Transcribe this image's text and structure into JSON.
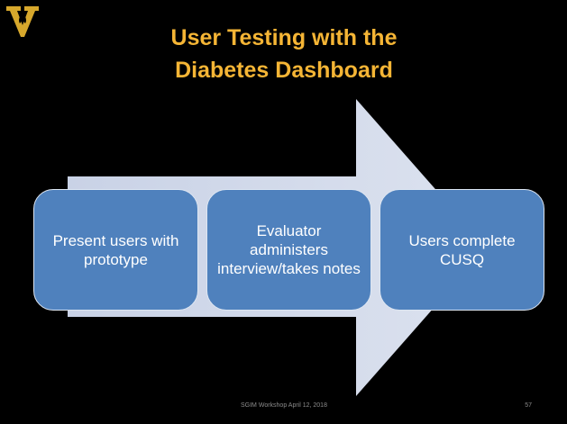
{
  "slide": {
    "title_line1": "User Testing with the",
    "title_line2": "Diabetes Dashboard",
    "steps": [
      {
        "label": "Present users with prototype"
      },
      {
        "label": "Evaluator administers interview/takes notes"
      },
      {
        "label": "Users complete CUSQ"
      }
    ],
    "footer": "SGIM Workshop April 12, 2018",
    "page_number": "57"
  },
  "colors": {
    "background": "#000000",
    "title": "#F5B535",
    "step_fill": "#4F81BD",
    "step_border": "#DDE6F2",
    "arrow_fill": "#D3DAEA",
    "logo": "#D7A82C"
  },
  "icons": {
    "logo": "vanderbilt-v-oak-leaf-logo"
  }
}
